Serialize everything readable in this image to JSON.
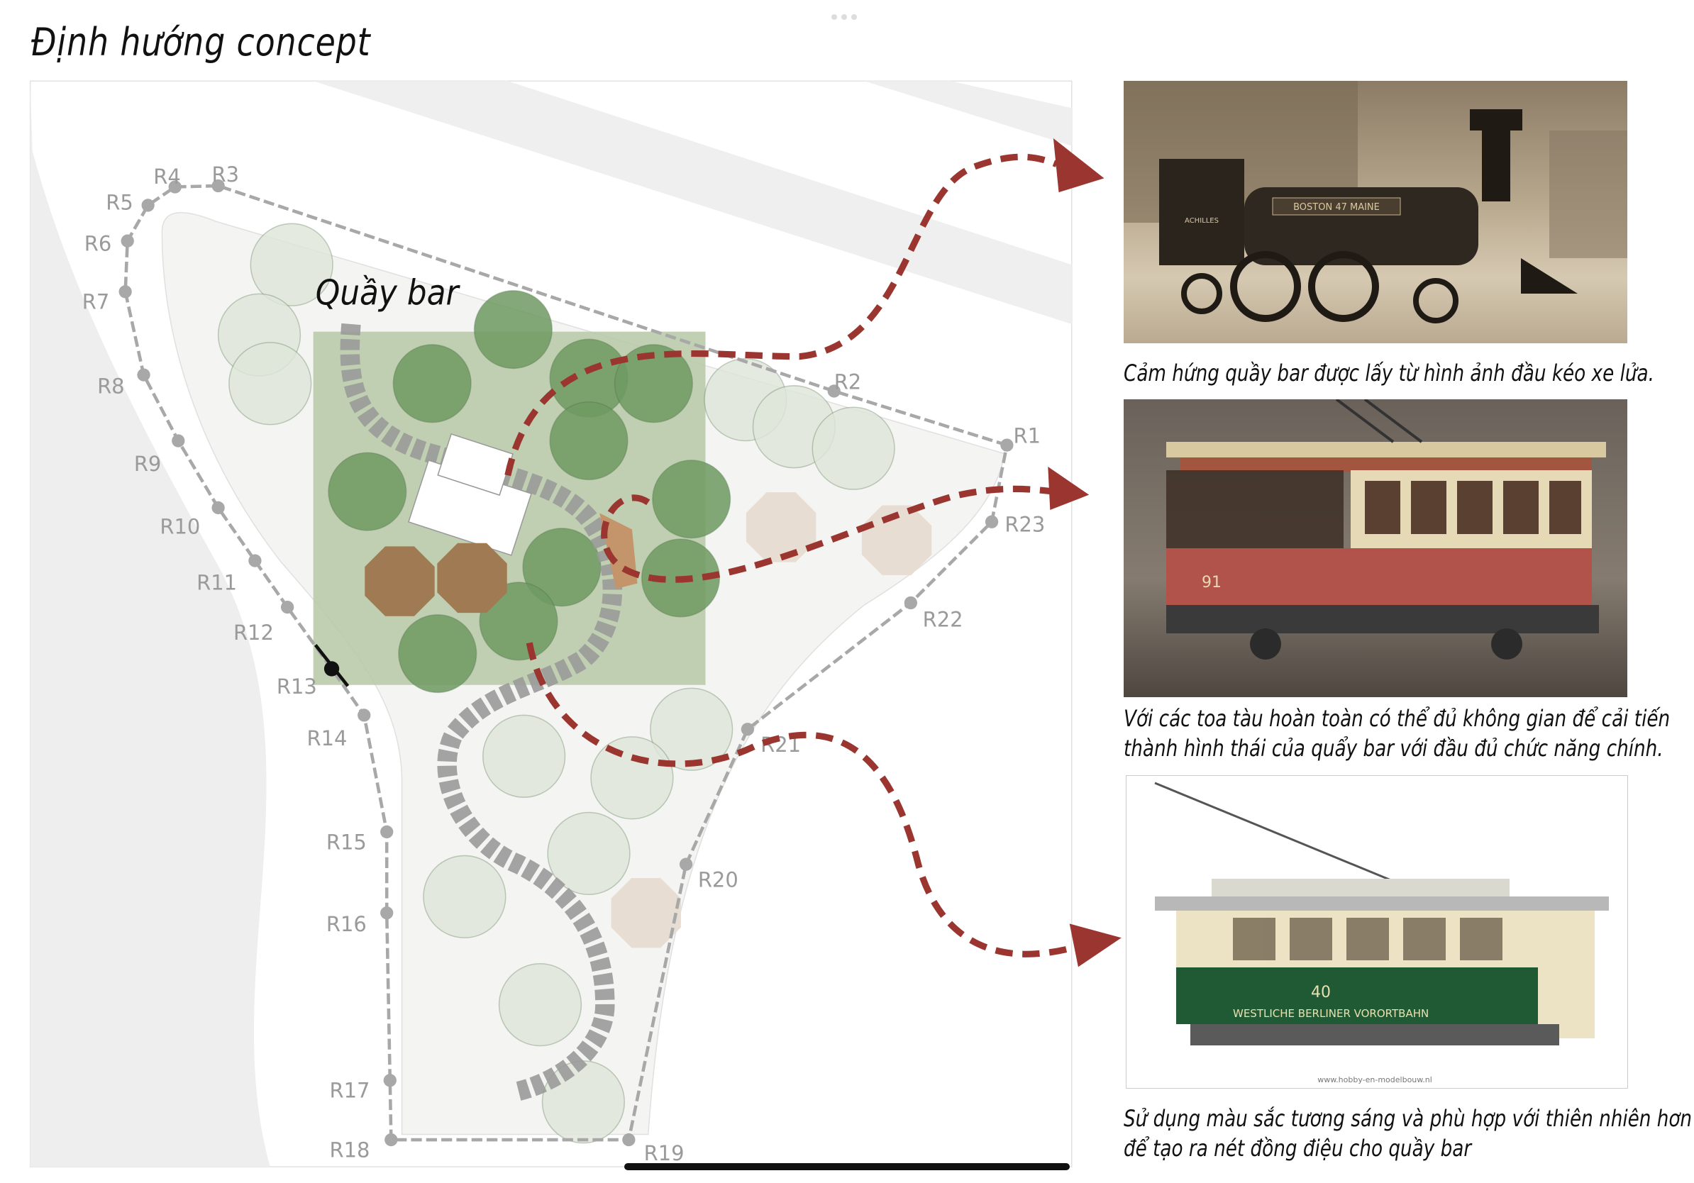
{
  "title": "Định hướng concept",
  "plan": {
    "bar_label": "Quầy bar",
    "points": [
      "R1",
      "R2",
      "R3",
      "R4",
      "R5",
      "R6",
      "R7",
      "R8",
      "R9",
      "R10",
      "R11",
      "R12",
      "R13",
      "R14",
      "R15",
      "R16",
      "R17",
      "R18",
      "R19",
      "R20",
      "R21",
      "R22",
      "R23"
    ]
  },
  "photos": [
    {
      "name": "steam-locomotive-photo",
      "texts": [
        "BOSTON 47 MAINE",
        "ACHILLES"
      ]
    },
    {
      "name": "vintage-tram-car-photo",
      "texts": [
        "91"
      ]
    },
    {
      "name": "green-tram-model-photo",
      "texts": [
        "WESTLICHE BERLINER VORORTBAHN",
        "40",
        "www.hobby-en-modelbouw.nl"
      ]
    }
  ],
  "captions": [
    [
      "Cảm hứng quầy bar được lấy từ hình ảnh đầu kéo xe lửa."
    ],
    [
      "Với các toa tàu hoàn toàn có thể đủ không gian để cải tiến",
      "thành hình thái của quẩy bar với đầu đủ chức năng chính."
    ],
    [
      "Sử dụng màu sắc tương sáng và phù hợp với thiên nhiên hơn",
      "để tạo ra nét đồng điệu cho quầy bar"
    ]
  ],
  "colors": {
    "arrow": "#9b3530",
    "tree": "#6f9a62",
    "umbrella": "#a07a52",
    "path_gray": "#a8a8a8"
  }
}
